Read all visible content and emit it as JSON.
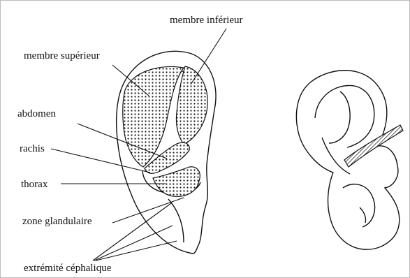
{
  "labels": {
    "membre_inferieur": "membre inférieur",
    "membre_superieur": "membre supérieur",
    "abdomen": "abdomen",
    "rachis": "rachis",
    "thorax": "thorax",
    "zone_glandulaire": "zone glandulaire",
    "extremite_cephalique": "extrémité céphalique"
  }
}
